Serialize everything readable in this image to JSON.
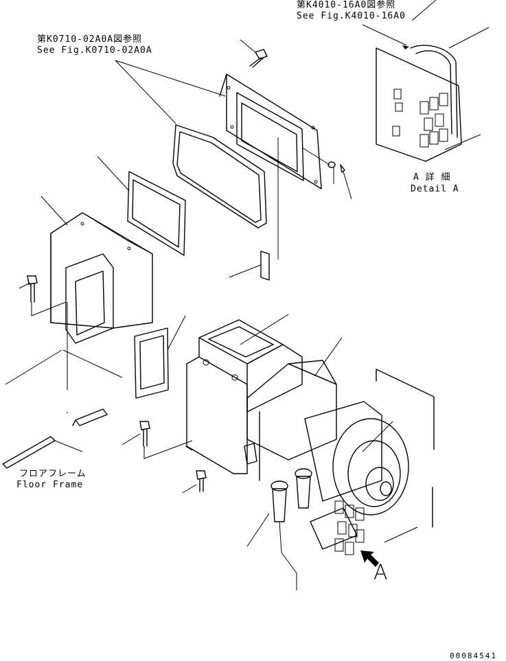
{
  "references": {
    "k4010": {
      "jp": "第K4010-16A0図参照",
      "en": "See Fig.K4010-16A0"
    },
    "k0710": {
      "jp": "第K0710-02A0A図参照",
      "en": "See Fig.K0710-02A0A"
    }
  },
  "detail": {
    "jp": "A 詳 細",
    "en": "Detail A"
  },
  "floor_frame": {
    "jp": "フロアフレーム",
    "en": "Floor Frame"
  },
  "view_marker": "A",
  "figure_number": "00084541"
}
